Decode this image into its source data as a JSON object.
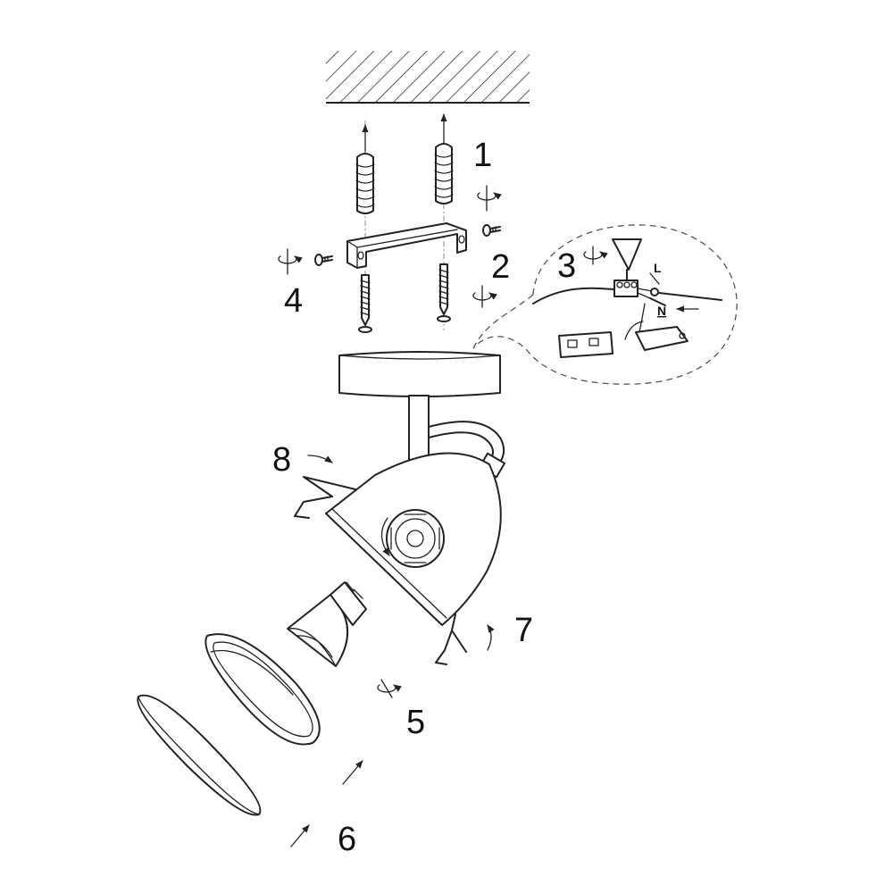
{
  "steps": {
    "s1": "1",
    "s2": "2",
    "s3": "3",
    "s4": "4",
    "s5": "5",
    "s6": "6",
    "s7": "7",
    "s8": "8"
  },
  "wiring": {
    "live": "L",
    "neutral": "N"
  }
}
